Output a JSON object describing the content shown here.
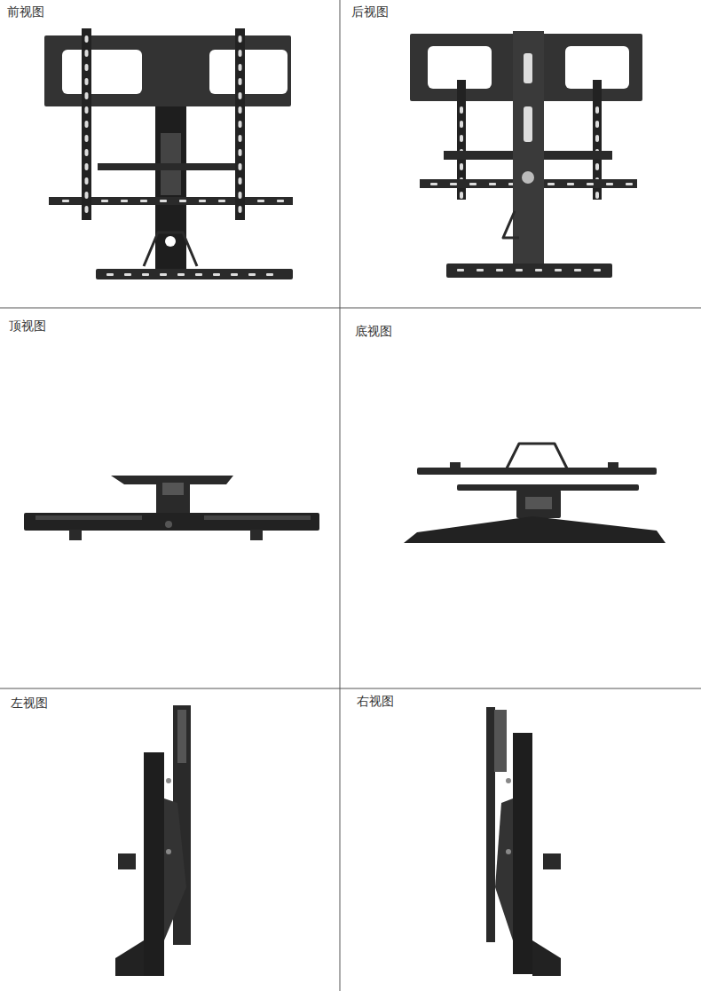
{
  "diagram": {
    "labels": [
      "前视图",
      "后视图",
      "顶视图",
      "底视图",
      "左视图",
      "右视图"
    ]
  }
}
